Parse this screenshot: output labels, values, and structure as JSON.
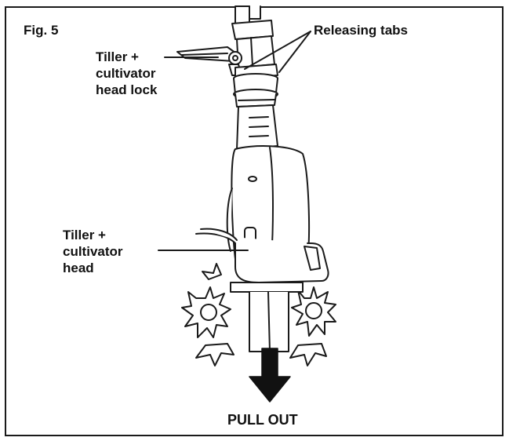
{
  "figure": {
    "title": "Fig. 5",
    "labels": {
      "releasing_tabs": "Releasing tabs",
      "head_lock": [
        "Tiller +",
        "cultivator",
        "head lock"
      ],
      "head": [
        "Tiller +",
        "cultivator",
        "head"
      ],
      "pull_out": "PULL OUT"
    }
  },
  "colors": {
    "line": "#1a1a1a",
    "fill": "#ffffff",
    "arrow": "#111111"
  }
}
